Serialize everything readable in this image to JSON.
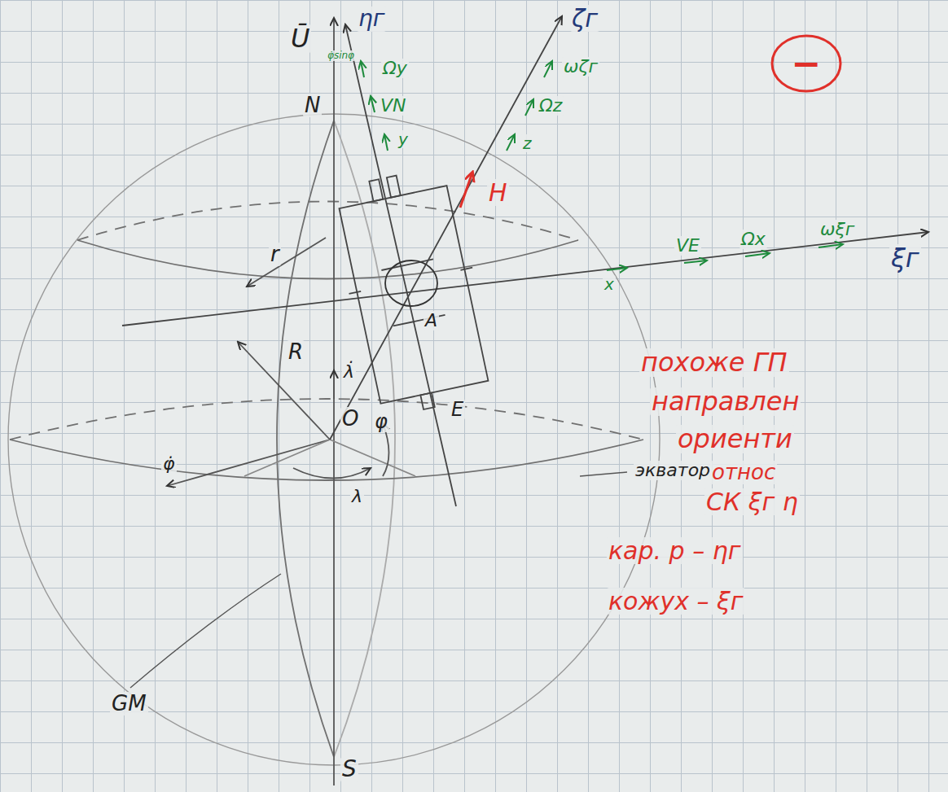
{
  "diagram": {
    "nodes": [
      {
        "text": [
          "−"
        ]
      }
    ],
    "labels": [
      "Ū",
      "ηг",
      "ζг",
      "φ̇sinφ",
      "Ωy",
      "VN",
      "y",
      "ωζг",
      "Ωz",
      "z",
      "H",
      "x",
      "VE",
      "Ωx",
      "ωξг",
      "ξг",
      "N",
      "r",
      "R",
      "λ̇",
      "O",
      "φ",
      "E",
      "A",
      "φ̇",
      "λ",
      "экватор",
      "GM",
      "S",
      "похоже ГП",
      "направлен",
      "ориенти",
      "относ",
      "СК ξг η",
      "кар. р – ηг",
      "кожух – ξг"
    ]
  }
}
